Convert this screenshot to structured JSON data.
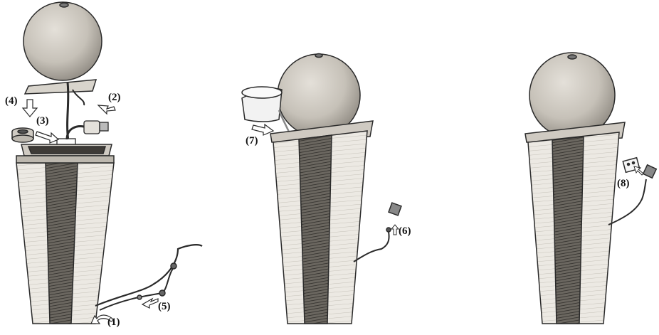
{
  "steps": {
    "s1": "(1)",
    "s2": "(2)",
    "s3": "(3)",
    "s4": "(4)",
    "s5": "(5)",
    "s6": "(6)",
    "s7": "(7)",
    "s8": "(8)"
  },
  "colors": {
    "stroke": "#2a2a2a",
    "sphere": "#c9c4bb",
    "stone_light": "#e7e3dc",
    "stone_dark": "#5e5a54",
    "water": "#f2f2f2"
  }
}
